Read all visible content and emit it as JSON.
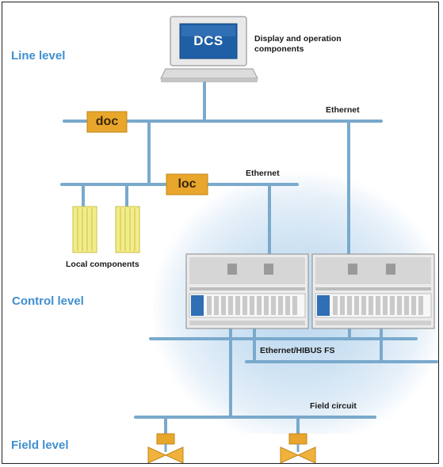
{
  "levels": {
    "line": "Line level",
    "control": "Control level",
    "field": "Field level"
  },
  "dcs": {
    "screen_text": "DCS",
    "caption": "Display and operation components"
  },
  "buses": {
    "ethernet_top": "Ethernet",
    "ethernet_mid": "Ethernet",
    "ethernet_right": "Ethernet/HIBUS FS",
    "field_circuit": "Field circuit"
  },
  "nodes": {
    "doc": "doc",
    "loc": "loc"
  },
  "local_components": "Local components",
  "colors": {
    "bus": "#7aa9cc",
    "node": "#e8a62c",
    "level_text": "#3f8fd0",
    "dcs_screen": "#1f5fa6",
    "local_component": "#f2ec8a",
    "glow": "#cfe3f3"
  }
}
